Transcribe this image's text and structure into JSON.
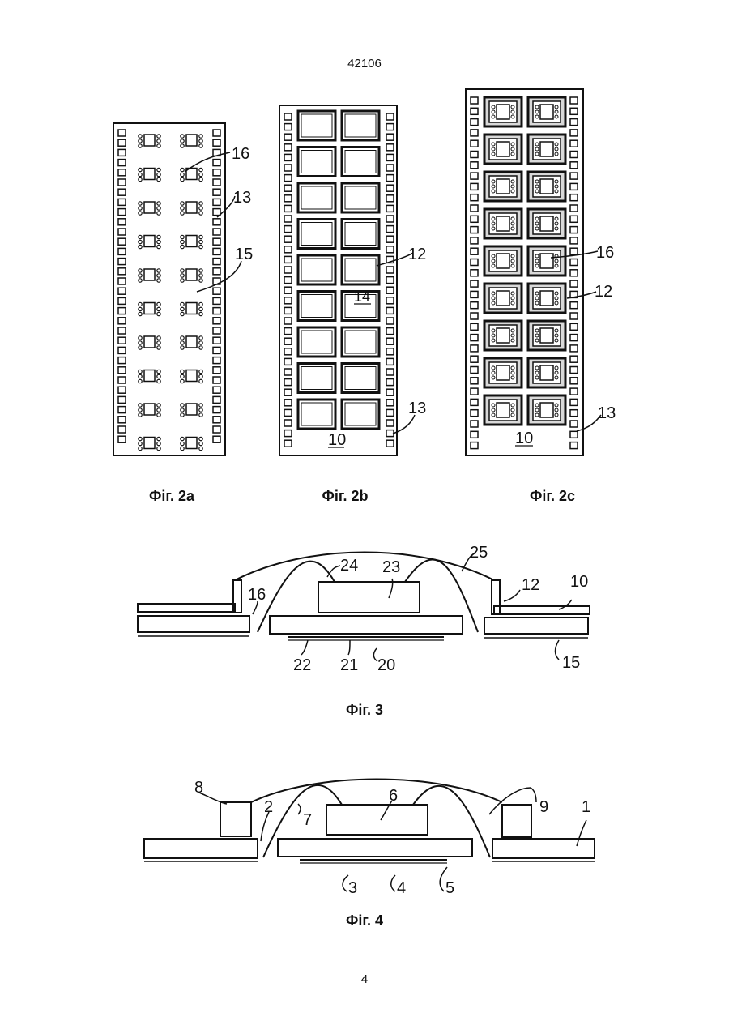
{
  "doc_number": "42106",
  "page_number": "4",
  "figures": {
    "f2a": {
      "caption": "Фіг. 2а",
      "labels": {
        "l16": "16",
        "l13": "13",
        "l15": "15"
      }
    },
    "f2b": {
      "caption": "Фіг. 2b",
      "labels": {
        "l12": "12",
        "l14": "14",
        "l13": "13",
        "l10": "10"
      }
    },
    "f2c": {
      "caption": "Фіг. 2c",
      "labels": {
        "l16": "16",
        "l12": "12",
        "l13": "13",
        "l10": "10"
      }
    },
    "f3": {
      "caption": "Фіг. 3",
      "labels": {
        "l25": "25",
        "l24": "24",
        "l23": "23",
        "l16": "16",
        "l12": "12",
        "l10": "10",
        "l22": "22",
        "l21": "21",
        "l20": "20",
        "l15": "15"
      }
    },
    "f4": {
      "caption": "Фіг. 4",
      "labels": {
        "l8": "8",
        "l2": "2",
        "l6": "6",
        "l7": "7",
        "l9": "9",
        "l1": "1",
        "l3": "3",
        "l4": "4",
        "l5": "5"
      }
    }
  }
}
